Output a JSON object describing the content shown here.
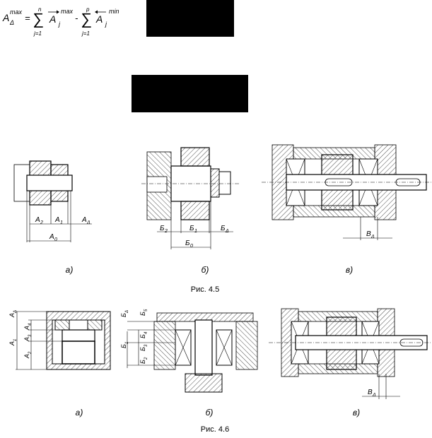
{
  "formula": {
    "lhs": "A",
    "lhs_sup": "max",
    "lhs_sub": "Δ",
    "eq": "=",
    "sum1_top": "n",
    "sum1_bottom": "j=1",
    "term1": "A",
    "term1_sup": "max",
    "term1_sub": "j",
    "minus": "-",
    "sum2_top": "p",
    "sum2_bottom": "j=1",
    "term2": "A",
    "term2_sup": "min",
    "term2_sub": "j"
  },
  "figure_45": {
    "caption": "Рис. 4.5",
    "a": {
      "label": "а)",
      "dims": [
        "A",
        "A",
        "A",
        "A"
      ],
      "dim_subs": [
        "2",
        "1",
        "Δ",
        "0"
      ]
    },
    "b": {
      "label": "б)",
      "dims": [
        "Б",
        "Б",
        "Б",
        "Б"
      ],
      "dim_subs": [
        "2",
        "1",
        "Δ",
        "0"
      ]
    },
    "v": {
      "label": "в)",
      "dim": "B",
      "dim_sub": "Δ"
    }
  },
  "figure_46": {
    "caption": "Рис. 4.6",
    "a": {
      "label": "а)",
      "dims": [
        "A",
        "A",
        "A",
        "A",
        "A"
      ],
      "dim_subs": [
        "Δ",
        "4",
        "3",
        "1",
        "2"
      ]
    },
    "b": {
      "label": "б)",
      "dims": [
        "Б",
        "Б",
        "Б",
        "Б",
        "Б",
        "Б"
      ],
      "dim_subs": [
        "Δ",
        "5",
        "4",
        "1",
        "3",
        "2"
      ]
    },
    "v": {
      "label": "в)",
      "dim": "B",
      "dim_sub": "Δ"
    }
  }
}
